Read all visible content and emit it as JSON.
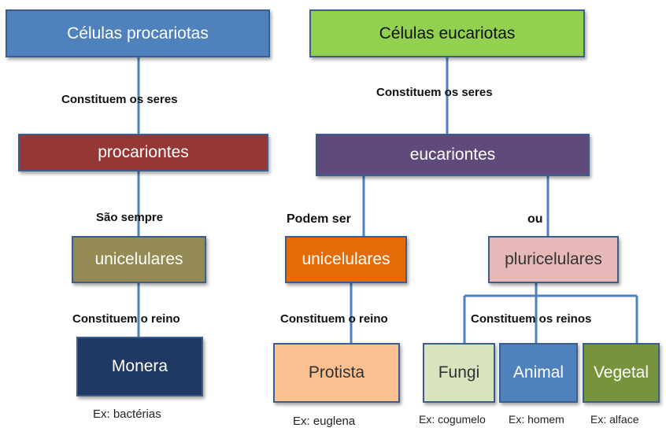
{
  "nodes": {
    "prokaryotic_cells": "Células procariotas",
    "eukaryotic_cells": "Células eucariotas",
    "prokaryotes": "procariontes",
    "eukaryotes": "eucariontes",
    "unicellular_prok": "unicelulares",
    "unicellular_euk": "unicelulares",
    "multicellular": "pluricelulares",
    "monera": "Monera",
    "protista": "Protista",
    "fungi": "Fungi",
    "animal": "Animal",
    "vegetal": "Vegetal"
  },
  "links": {
    "constitute_beings_left": "Constituem os seres",
    "constitute_beings_right": "Constituem os seres",
    "always_are": "São sempre",
    "can_be": "Podem ser",
    "or": "ou",
    "constitute_kingdom_left": "Constituem o reino",
    "constitute_kingdom_mid": "Constituem o reino",
    "constitute_kingdoms": "Constituem os reinos"
  },
  "examples": {
    "bacteria": "Ex: bactérias",
    "euglena": "Ex: euglena",
    "mushroom": "Ex: cogumelo",
    "man": "Ex: homem",
    "lettuce": "Ex: alface"
  },
  "colors": {
    "connector": "#4f81bd",
    "prokaryotic_cells": "#4f81bd",
    "eukaryotic_cells": "#92d050",
    "prokaryotes": "#953735",
    "eukaryotes": "#604a7b",
    "unicellular_prok": "#948a54",
    "unicellular_euk": "#e36c09",
    "multicellular": "#e6b9b8",
    "monera": "#1f3864",
    "protista": "#fac090",
    "fungi": "#d7e4bd",
    "animal": "#4f81bd",
    "vegetal": "#77933c"
  }
}
